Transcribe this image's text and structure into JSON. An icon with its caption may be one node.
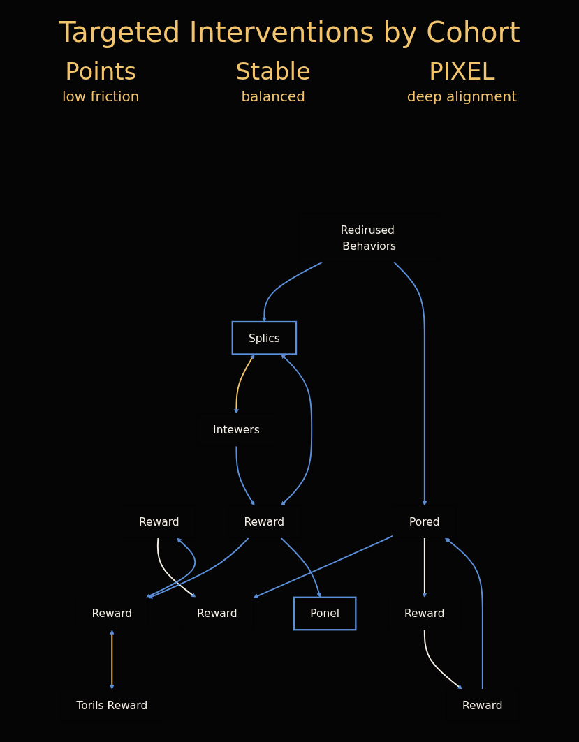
{
  "diagram": {
    "title": "Targeted Interventions by Cohort",
    "nodes": [
      {
        "text": [
          "Reward"
        ]
      },
      {
        "text": [
          "Reward"
        ]
      },
      {
        "text": [
          "Redirused Behaviors"
        ]
      },
      {
        "text": [
          "Splics"
        ]
      },
      {
        "text": [
          "Intewers"
        ]
      },
      {
        "text": [
          "Reward"
        ]
      },
      {
        "text": [
          "Reward"
        ]
      },
      {
        "text": [
          "Pored"
        ]
      },
      {
        "text": [
          "Torils Reward"
        ]
      },
      {
        "text": [
          "Reward"
        ]
      },
      {
        "text": [
          "Reward"
        ]
      },
      {
        "text": [
          "Ponel"
        ]
      }
    ],
    "edges": [
      {
        "from": 0,
        "to": 1,
        "arrow": "to",
        "color": "#f5f0e6"
      },
      {
        "from": 2,
        "to": 3,
        "arrow": "to"
      },
      {
        "from": 4,
        "to": 5,
        "arrow": "to"
      },
      {
        "from": 5,
        "to": 6,
        "arrow": "to"
      },
      {
        "from": 9,
        "to": 10,
        "arrow": "to",
        "color": "#f5f0e6"
      },
      {
        "from": 0,
        "to": 6,
        "arrow": "both"
      },
      {
        "from": 7,
        "to": 1,
        "arrow": "to"
      },
      {
        "from": 3,
        "to": 4,
        "arrow": "both",
        "color": "#f2c46d"
      },
      {
        "from": 3,
        "to": 5,
        "arrow": "both"
      },
      {
        "from": 2,
        "to": 7,
        "arrow": "to"
      },
      {
        "from": 8,
        "to": 6,
        "arrow": "both",
        "color": "#f2c46d"
      },
      {
        "from": 7,
        "to": 9,
        "arrow": "to",
        "color": "#f5f0e6"
      },
      {
        "from": 5,
        "to": 11,
        "arrow": "to"
      },
      {
        "from": 10,
        "to": 7,
        "arrow": "to"
      }
    ],
    "labels": [
      "Points",
      "low friction",
      "Stable",
      "balanced",
      "PIXEL",
      "deep alignment"
    ]
  }
}
